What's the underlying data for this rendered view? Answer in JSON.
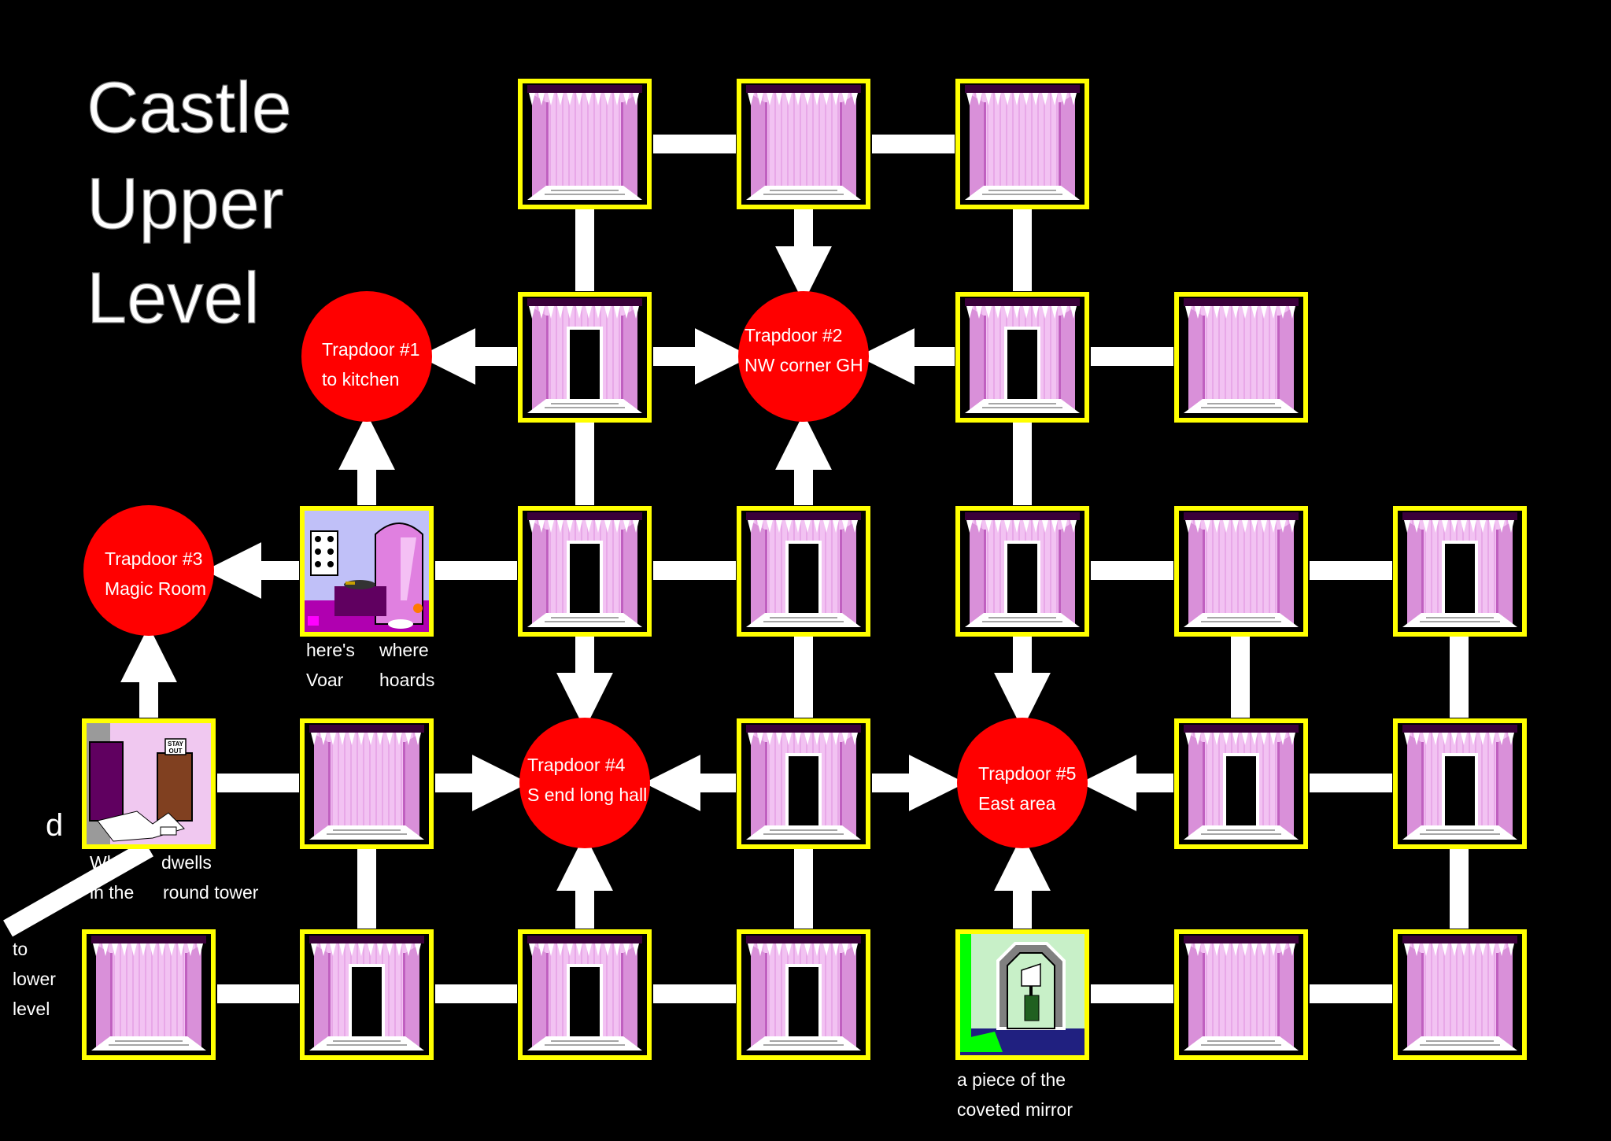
{
  "title_lines": [
    "Castle",
    "Upper",
    "Level"
  ],
  "trapdoors": [
    {
      "id": "t1",
      "line1": "Trapdoor #1",
      "line2": "to kitchen"
    },
    {
      "id": "t2",
      "line1": "Trapdoor #2",
      "line2": "NW corner GH"
    },
    {
      "id": "t3",
      "line1": "Trapdoor #3",
      "line2": "Magic Room"
    },
    {
      "id": "t4",
      "line1": "Trapdoor #4",
      "line2": "S end long hall"
    },
    {
      "id": "t5",
      "line1": "Trapdoor #5",
      "line2": "East area"
    }
  ],
  "captions": {
    "voar": {
      "a": "here's",
      "b": "where",
      "c": "Voar",
      "d": "hoards"
    },
    "tower": {
      "a": "Who",
      "b": "dwells",
      "c": "in the",
      "d": "round tower"
    },
    "mirror": {
      "a": "a piece of the",
      "b": "coveted mirror"
    },
    "lower": {
      "a": "to",
      "b": "lower",
      "c": "level"
    },
    "d_label": "d"
  },
  "sign_text": [
    "STAY",
    "OUT"
  ],
  "colors": {
    "background": "#000000",
    "room_border": "#ffff00",
    "room_wall": "#f0c0f0",
    "room_stripe": "#d070d0",
    "trapdoor": "#ff0000",
    "connector": "#ffffff",
    "voar_floor": "#b000b0",
    "mirror_green": "#00ff00",
    "mirror_bg": "#c8f0c8",
    "mirror_floor": "#202080"
  }
}
